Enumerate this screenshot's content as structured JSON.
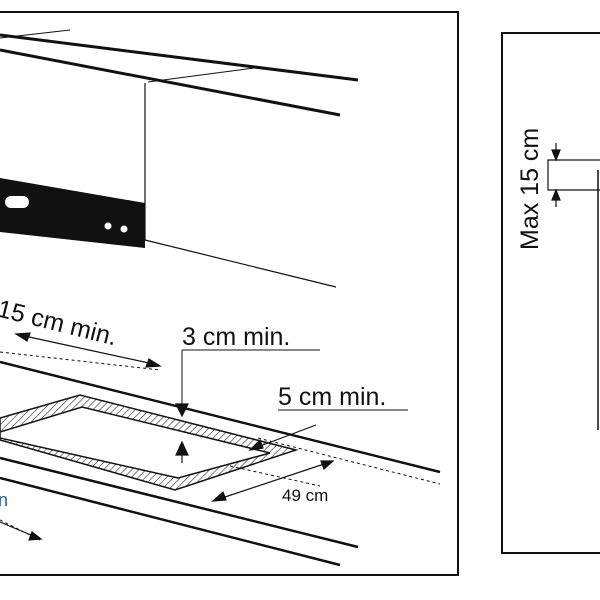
{
  "labels": {
    "side_clearance": "15 cm min.",
    "front_gap": "3 cm min.",
    "rear_gap": "5 cm min.",
    "cutout_depth": "49 cm",
    "max_depth": "Max 15 cm",
    "left_partial": "n"
  },
  "colors": {
    "line": "#111111",
    "hatch": "#444444",
    "background": "#ffffff"
  }
}
